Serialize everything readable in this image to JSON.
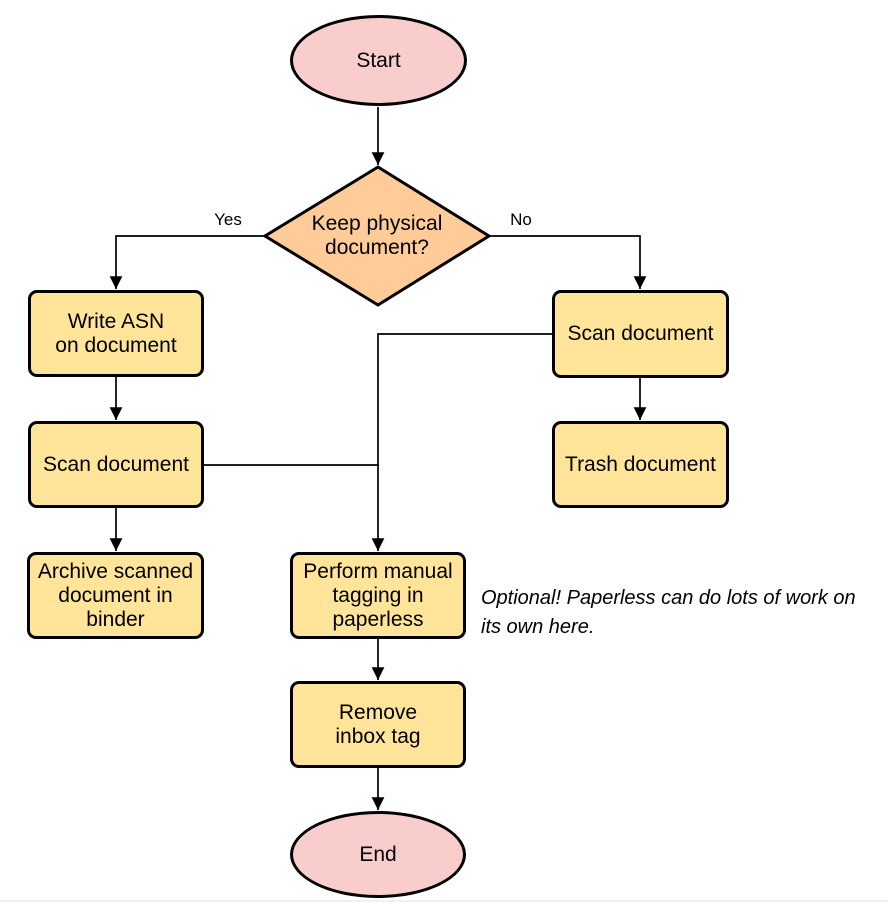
{
  "flowchart": {
    "nodes": {
      "start": "Start",
      "decision": "Keep physical\ndocument?",
      "write_asn": "Write ASN\non document",
      "scan_left": "Scan document",
      "archive": "Archive scanned\ndocument in\nbinder",
      "scan_right": "Scan document",
      "trash": "Trash document",
      "tagging": "Perform manual\ntagging in\npaperless",
      "remove_inbox": "Remove\ninbox tag",
      "end": "End"
    },
    "edge_labels": {
      "yes": "Yes",
      "no": "No"
    },
    "annotation": "Optional! Paperless can do lots of work on\nits own here.",
    "colors": {
      "terminal_fill": "#FACDCD",
      "decision_fill": "#FFCC99",
      "process_fill": "#FFE499",
      "stroke": "#000000"
    }
  }
}
